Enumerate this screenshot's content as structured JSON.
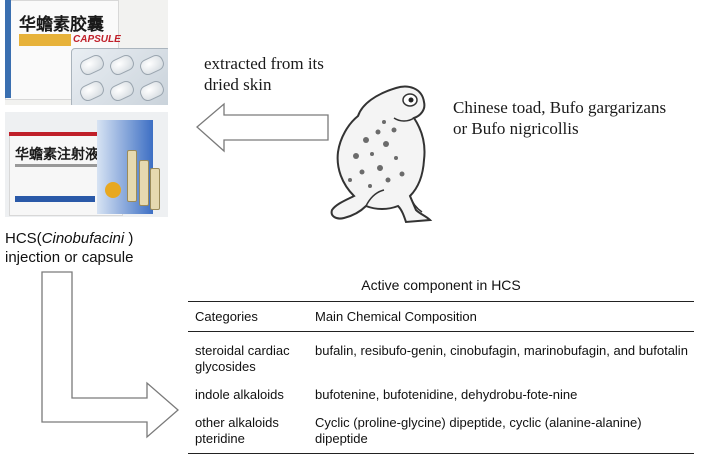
{
  "products": {
    "capsule_title_cn": "华蟾素胶囊",
    "capsule_label": "CAPSULE",
    "injection_title_cn": "华蟾素注射液"
  },
  "arrow_label": "extracted from its\ndried skin",
  "toad_caption": "Chinese toad, Bufo gargarizans\nor Bufo nigricollis",
  "hcs_label": {
    "prefix": "HCS(",
    "latin": "Cinobufacini",
    "suffix": " )",
    "line2": "injection or capsule"
  },
  "table": {
    "title": "Active component in HCS",
    "headers": [
      "Categories",
      "Main Chemical Composition"
    ],
    "rows": [
      {
        "category": "steroidal cardiac glycosides",
        "composition": "bufalin, resibufo-genin, cinobufagin, marinobufagin, and bufotalin"
      },
      {
        "category": "indole alkaloids",
        "composition": "bufotenine, bufotenidine, dehydrobu-fote-nine"
      },
      {
        "category": "other alkaloids pteridine",
        "composition": "Cyclic (proline-glycine) dipeptide, cyclic (alanine-alanine) dipeptide"
      }
    ]
  }
}
